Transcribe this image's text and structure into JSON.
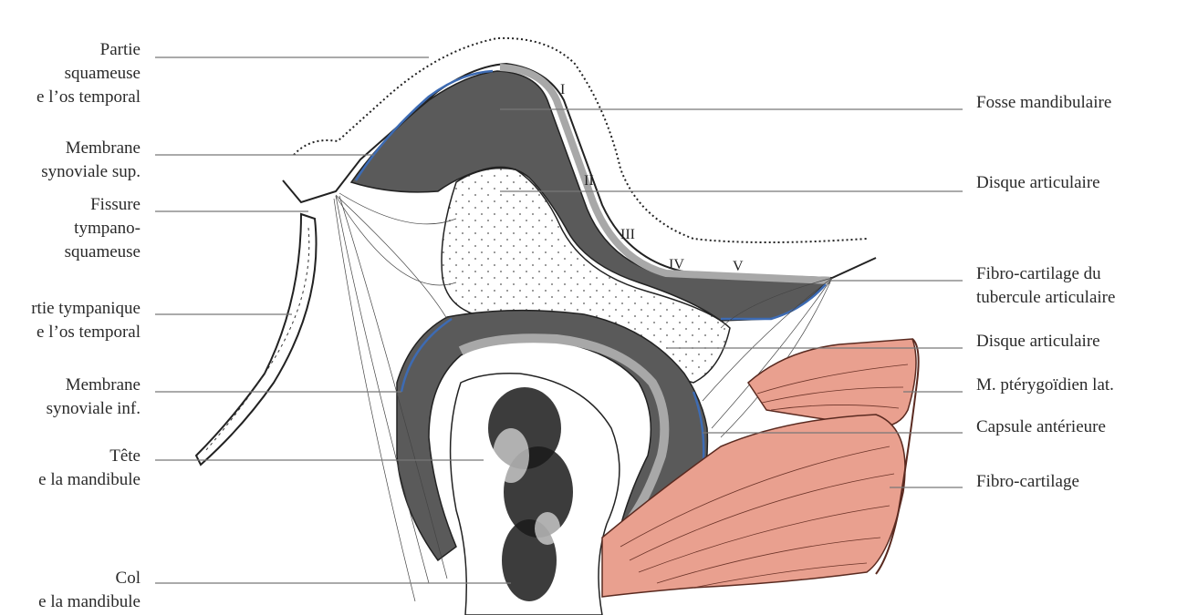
{
  "labels_left": [
    {
      "id": "partie-squameuse",
      "lines": [
        "Partie",
        "squameuse",
        "e l’os temporal"
      ]
    },
    {
      "id": "membrane-synoviale-sup",
      "lines": [
        "Membrane",
        "synoviale sup."
      ]
    },
    {
      "id": "fissure-tympano-squameuse",
      "lines": [
        "Fissure",
        "tympano-",
        "squameuse"
      ]
    },
    {
      "id": "partie-tympanique",
      "lines": [
        "rtie tympanique",
        "e l’os temporal"
      ]
    },
    {
      "id": "membrane-synoviale-inf",
      "lines": [
        "Membrane",
        "synoviale inf."
      ]
    },
    {
      "id": "tete-mandibule",
      "lines": [
        "Tête",
        "e la mandibule"
      ]
    },
    {
      "id": "col-mandibule",
      "lines": [
        "Col",
        "e la mandibule"
      ]
    }
  ],
  "labels_right": [
    {
      "id": "fosse-mandibulaire",
      "lines": [
        "Fosse mandibulaire"
      ]
    },
    {
      "id": "disque-articulaire-1",
      "lines": [
        "Disque articulaire"
      ]
    },
    {
      "id": "fibro-cartilage-tubercule",
      "lines": [
        "Fibro-cartilage du",
        "tubercule articulaire"
      ]
    },
    {
      "id": "disque-articulaire-2",
      "lines": [
        "Disque articulaire"
      ]
    },
    {
      "id": "m-pterygoidien",
      "lines": [
        "M. ptérygoïdien lat."
      ]
    },
    {
      "id": "capsule-anterieure",
      "lines": [
        "Capsule antérieure"
      ]
    },
    {
      "id": "fibro-cartilage",
      "lines": [
        "Fibro-cartilage"
      ]
    }
  ],
  "zones": [
    "I",
    "II",
    "III",
    "IV",
    "V"
  ],
  "colors": {
    "bone_dark": "#5a5a5a",
    "cartilage_light": "#a8a8a8",
    "synovial_blue": "#3d6bb3",
    "muscle": "#e9a08f",
    "muscle_stroke": "#5a2a20",
    "leader": "#666666"
  }
}
